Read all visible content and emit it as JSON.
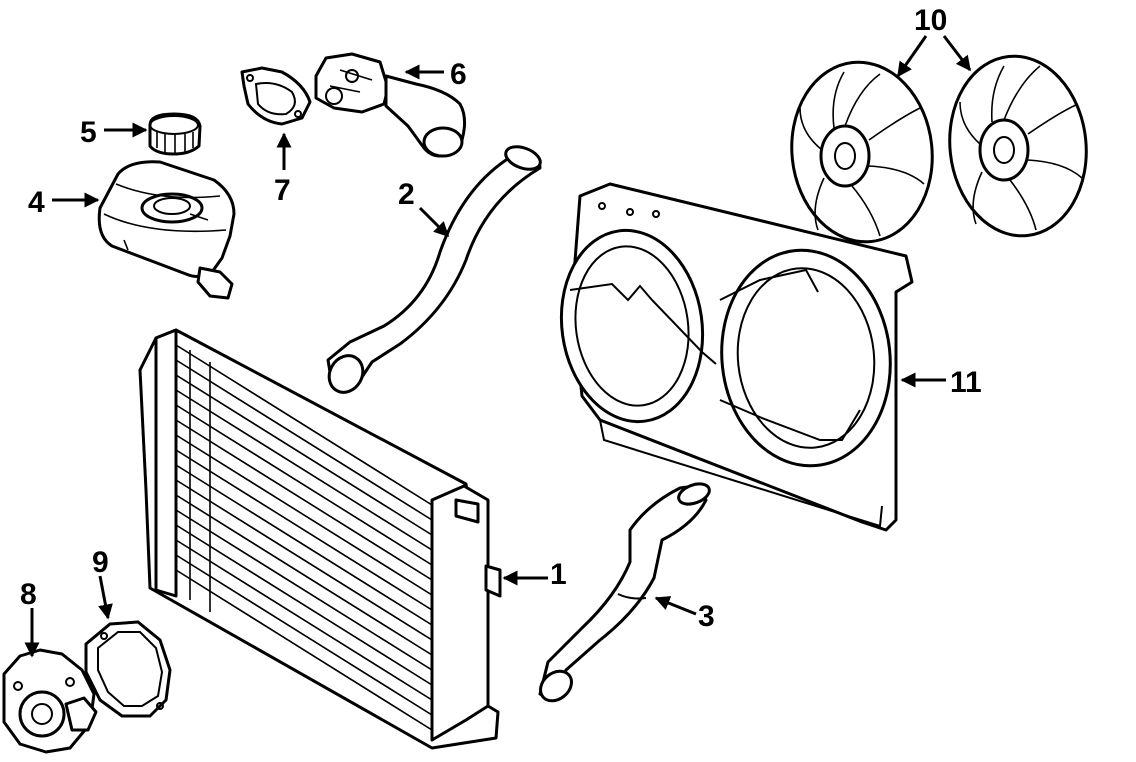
{
  "diagram": {
    "callouts": [
      {
        "id": "radiator",
        "label": "1"
      },
      {
        "id": "upper-hose",
        "label": "2"
      },
      {
        "id": "lower-hose",
        "label": "3"
      },
      {
        "id": "reservoir",
        "label": "4"
      },
      {
        "id": "reservoir-cap",
        "label": "5"
      },
      {
        "id": "thermostat-housing",
        "label": "6"
      },
      {
        "id": "housing-gasket",
        "label": "7"
      },
      {
        "id": "water-pump",
        "label": "8"
      },
      {
        "id": "pump-gasket",
        "label": "9"
      },
      {
        "id": "fan-blades",
        "label": "10"
      },
      {
        "id": "fan-shroud",
        "label": "11"
      }
    ],
    "colors": {
      "ink": "#000000",
      "paper": "#ffffff"
    }
  }
}
